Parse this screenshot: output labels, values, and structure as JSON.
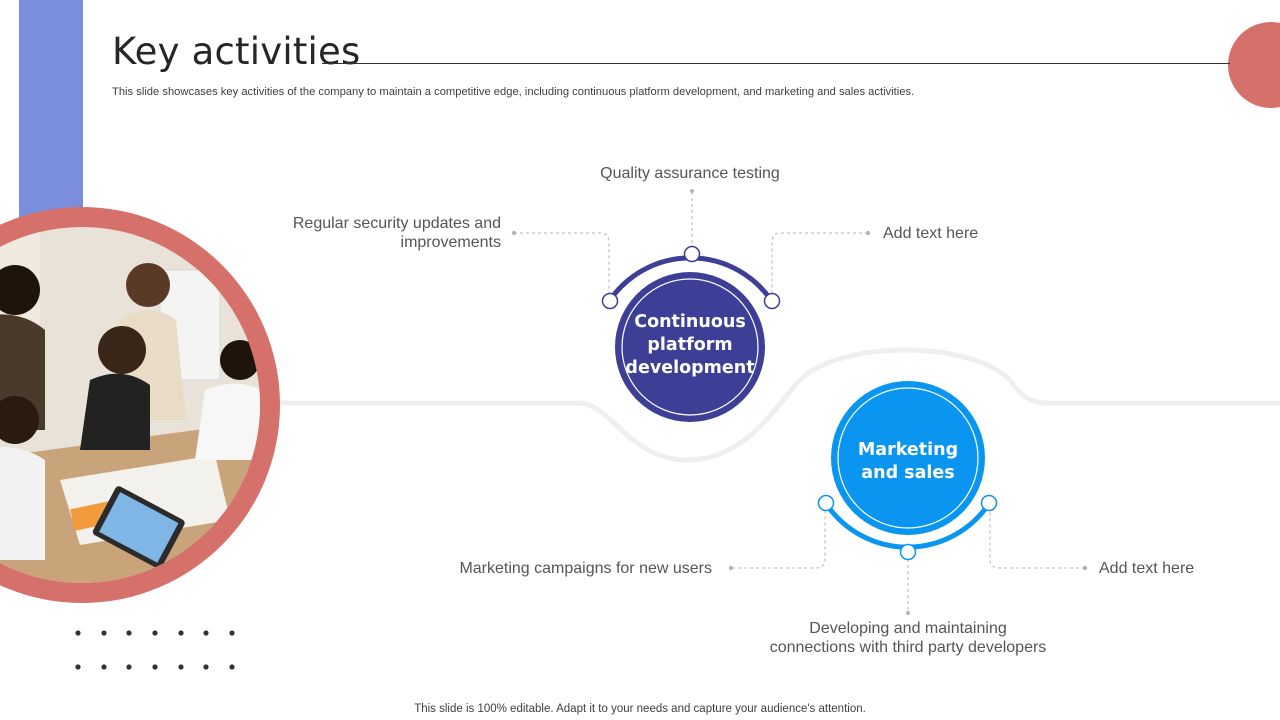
{
  "slide": {
    "title": "Key activities",
    "subtitle": "This slide showcases key activities of the company to maintain a competitive edge, including continuous platform development, and marketing and sales activities.",
    "footer": "This slide is 100% editable. Adapt it to your needs and capture your audience's attention."
  },
  "hubs": {
    "platform": {
      "label_line1": "Continuous",
      "label_line2": "platform",
      "label_line3": "development",
      "color": "#3d3f96",
      "items": {
        "top": "Quality assurance testing",
        "left_line1": "Regular security updates and",
        "left_line2": "improvements",
        "right": "Add text here"
      }
    },
    "marketing": {
      "label_line1": "Marketing",
      "label_line2": "and sales",
      "color": "#0a96f0",
      "items": {
        "left": "Marketing campaigns for new users",
        "bottom_line1": "Developing and maintaining",
        "bottom_line2": "connections with third party developers",
        "right": "Add text here"
      }
    }
  },
  "colors": {
    "accent_bar": "#7b8ede",
    "coral": "#d5706a",
    "track": "#efefef"
  }
}
